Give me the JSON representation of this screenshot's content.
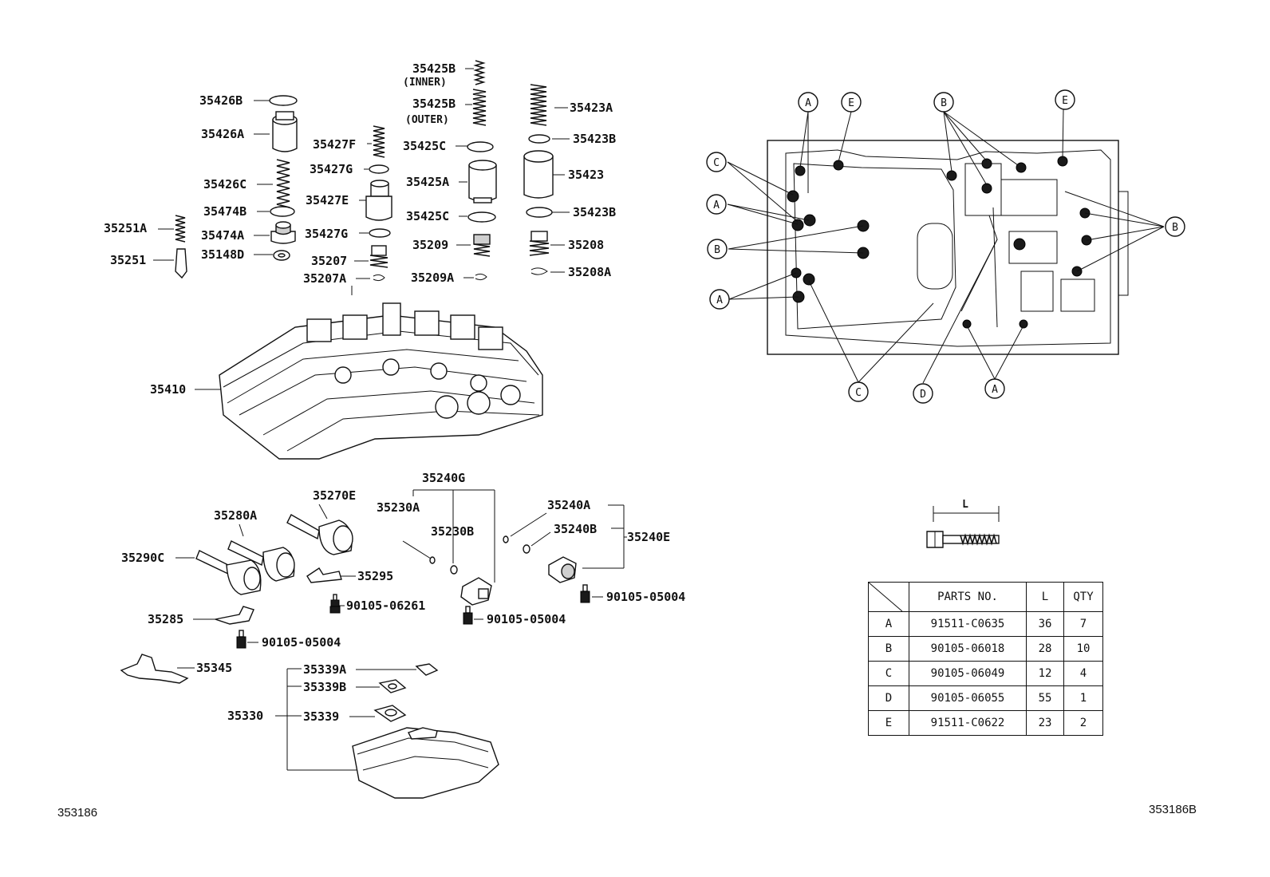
{
  "labels": {
    "p35426B": "35426B",
    "p35426A": "35426A",
    "p35426C": "35426C",
    "p35474B": "35474B",
    "p35474A": "35474A",
    "p35148D": "35148D",
    "p35251A": "35251A",
    "p35251": "35251",
    "p35427F": "35427F",
    "p35427G_top": "35427G",
    "p35427E": "35427E",
    "p35427G_bot": "35427G",
    "p35207": "35207",
    "p35207A": "35207A",
    "p35425B_inner": "35425B",
    "inner": "(INNER)",
    "p35425B_outer": "35425B",
    "outer": "(OUTER)",
    "p35425C_top": "35425C",
    "p35425A": "35425A",
    "p35425C_bot": "35425C",
    "p35209": "35209",
    "p35209A": "35209A",
    "p35423A": "35423A",
    "p35423B_top": "35423B",
    "p35423": "35423",
    "p35423B_bot": "35423B",
    "p35208": "35208",
    "p35208A": "35208A",
    "p35410": "35410",
    "p35240G": "35240G",
    "p35270E": "35270E",
    "p35280A": "35280A",
    "p35230A": "35230A",
    "p35230B": "35230B",
    "p35240A": "35240A",
    "p35240B": "35240B",
    "p35240E": "35240E",
    "p35290C": "35290C",
    "p35295": "35295",
    "p90105_06261": "90105-06261",
    "p90105_05004_a": "90105-05004",
    "p90105_05004_b": "90105-05004",
    "p90105_05004_c": "90105-05004",
    "p35285": "35285",
    "p35345": "35345",
    "p35339A": "35339A",
    "p35339B": "35339B",
    "p35339": "35339",
    "p35330": "35330"
  },
  "callouts": {
    "A1": "A",
    "E1": "E",
    "B1": "B",
    "E2": "E",
    "C1": "C",
    "A2": "A",
    "B2": "B",
    "A3": "A",
    "B3": "B",
    "C2": "C",
    "D1": "D",
    "A4": "A"
  },
  "bolt_dimension_label": "L",
  "bolt_table": {
    "headers": [
      "",
      "PARTS NO.",
      "L",
      "QTY"
    ],
    "rows": [
      {
        "code": "A",
        "part": "91511-C0635",
        "l": "36",
        "qty": "7"
      },
      {
        "code": "B",
        "part": "90105-06018",
        "l": "28",
        "qty": "10"
      },
      {
        "code": "C",
        "part": "90105-06049",
        "l": "12",
        "qty": "4"
      },
      {
        "code": "D",
        "part": "90105-06055",
        "l": "55",
        "qty": "1"
      },
      {
        "code": "E",
        "part": "91511-C0622",
        "l": "23",
        "qty": "2"
      }
    ]
  },
  "ref_left": "353186",
  "ref_right": "353186B"
}
